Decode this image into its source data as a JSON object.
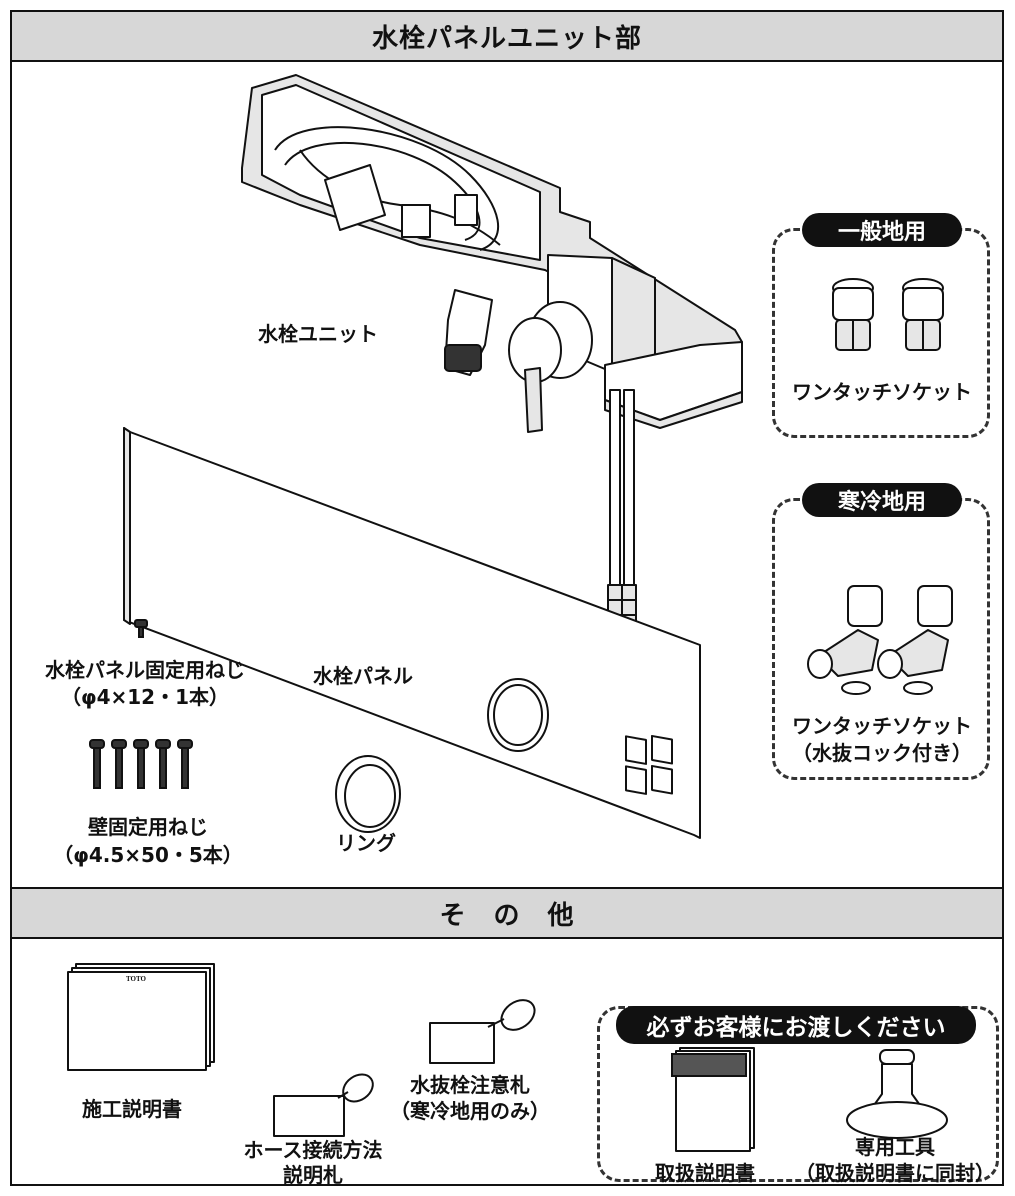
{
  "sections": {
    "top_title": "水栓パネルユニット部",
    "bottom_title": "そ　の　他"
  },
  "labels": {
    "faucet_unit": "水栓ユニット",
    "faucet_panel": "水栓パネル",
    "ring": "リング",
    "panel_screw_line1": "水栓パネル固定用ねじ",
    "panel_screw_line2": "（φ4×12・1本）",
    "wall_screw_line1": "壁固定用ねじ",
    "wall_screw_line2": "（φ4.5×50・5本）"
  },
  "general": {
    "badge": "一般地用",
    "caption": "ワンタッチソケット"
  },
  "cold": {
    "badge": "寒冷地用",
    "caption_line1": "ワンタッチソケット",
    "caption_line2": "（水抜コック付き）"
  },
  "others": {
    "construction_manual": "施工説明書",
    "booklet_brand": "TOTO",
    "hose_tag_line1": "ホース接続方法",
    "hose_tag_line2": "説明札",
    "drain_tag_line1": "水抜栓注意札",
    "drain_tag_line2": "（寒冷地用のみ）",
    "customer_badge": "必ずお客様にお渡しください",
    "instruction_manual": "取扱説明書",
    "tool_line1": "専用工具",
    "tool_line2": "（取扱説明書に同封）"
  }
}
